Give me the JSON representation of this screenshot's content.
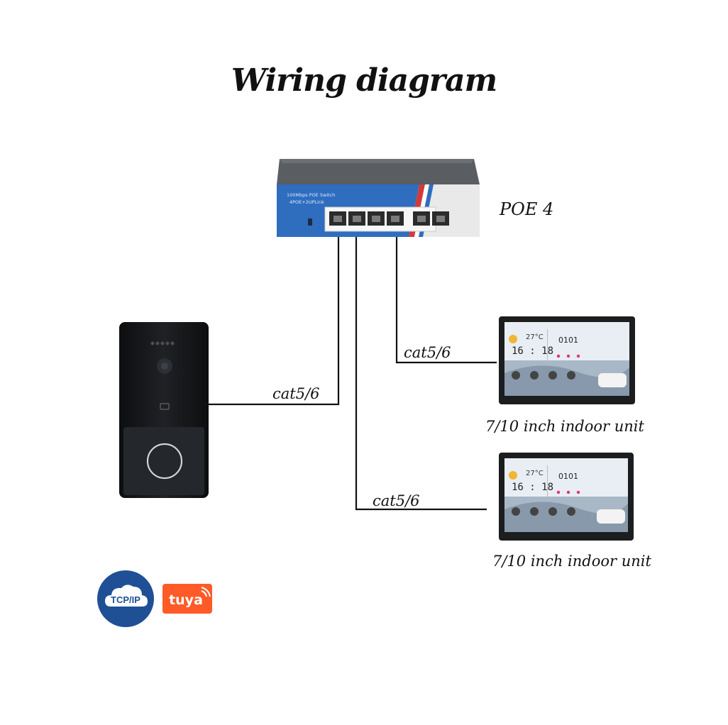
{
  "title": "Wiring diagram",
  "switch": {
    "label": "POE 4",
    "panel_text_1": "100Mbps POE Switch",
    "panel_text_2": "4POE+2UPLink",
    "colors": {
      "body": "#4a4d52",
      "panel": "#2f6dbf",
      "ports_bg": "#f2f2f2"
    }
  },
  "cables": [
    {
      "label": "cat5/6"
    },
    {
      "label": "cat5/6"
    },
    {
      "label": "cat5/6"
    }
  ],
  "indoor_units": [
    {
      "label": "7/10 inch indoor unit",
      "temp": "27°C",
      "room": "0101",
      "time": "16 : 18"
    },
    {
      "label": "7/10 inch indoor unit",
      "temp": "27°C",
      "room": "0101",
      "time": "16 : 18"
    }
  ],
  "door_station": {
    "color": "#151618"
  },
  "logos": {
    "tcpip": "TCP/IP",
    "tuya": "tuya"
  }
}
